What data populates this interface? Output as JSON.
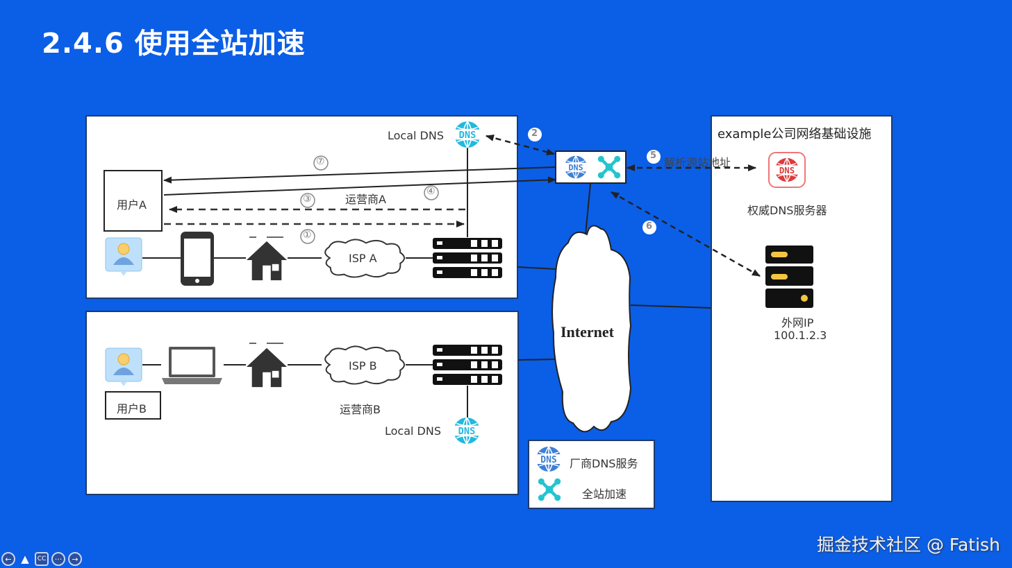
{
  "title": "2.4.6 使用全站加速",
  "panel_user_a": {
    "user_label": "用户A",
    "local_dns_label": "Local DNS",
    "carrier_label": "运营商A",
    "isp_label": "ISP A",
    "steps": [
      "①",
      "③",
      "④",
      "⑦"
    ]
  },
  "panel_user_b": {
    "user_label": "用户B",
    "local_dns_label": "Local DNS",
    "carrier_label": "运营商B",
    "isp_label": "ISP B"
  },
  "center": {
    "internet_label": "Internet",
    "step2": "2",
    "step5": "5",
    "step6": "6",
    "resolve_label": "解析源站地址"
  },
  "legend": {
    "items": [
      {
        "icon": "dns-globe-icon",
        "label": "厂商DNS服务"
      },
      {
        "icon": "acceleration-node-icon",
        "label": "全站加速"
      }
    ]
  },
  "infra": {
    "title": "example公司网络基础设施",
    "auth_dns_label": "权威DNS服务器",
    "server_label": "外网IP",
    "server_ip": "100.1.2.3"
  },
  "watermark": "掘金技术社区 @ Fatish",
  "player_controls": [
    "prev",
    "warning",
    "cc",
    "more",
    "next"
  ],
  "player_glyphs": {
    "prev": "←",
    "warning": "▲",
    "cc": "CC",
    "more": "···",
    "next": "→"
  }
}
